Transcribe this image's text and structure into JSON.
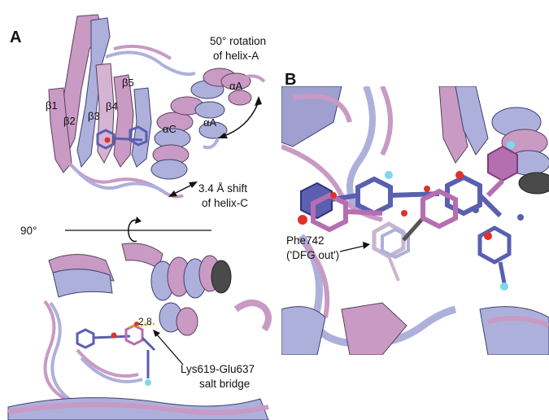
{
  "panels": {
    "a": {
      "letter": "A",
      "strands": [
        "β1",
        "β2",
        "β3",
        "β4",
        "β5"
      ],
      "helix_labels": {
        "alpha_c": "αC",
        "alpha_a_1": "αA",
        "alpha_a_2": "αA"
      },
      "rotation_note": [
        "50° rotation",
        "of helix-A"
      ],
      "shift_note": [
        "3.4 Å shift",
        "of helix-C"
      ],
      "rotation_axis_label": "90°",
      "distance": "2.8",
      "salt_bridge_note": [
        "Lys619-Glu637",
        "salt bridge"
      ]
    },
    "b": {
      "letter": "B",
      "residue_note": [
        "Phe742",
        "('DFG out')"
      ]
    }
  },
  "colors": {
    "pink": "#c89ac4",
    "lavender": "#aeb0dc",
    "grey": "#bdbdbd",
    "ligand_blue": "#5a5fb0",
    "ligand_pink": "#b56fb0",
    "oxygen_red": "#e0322a",
    "fluorine_cyan": "#7fd8e8"
  }
}
